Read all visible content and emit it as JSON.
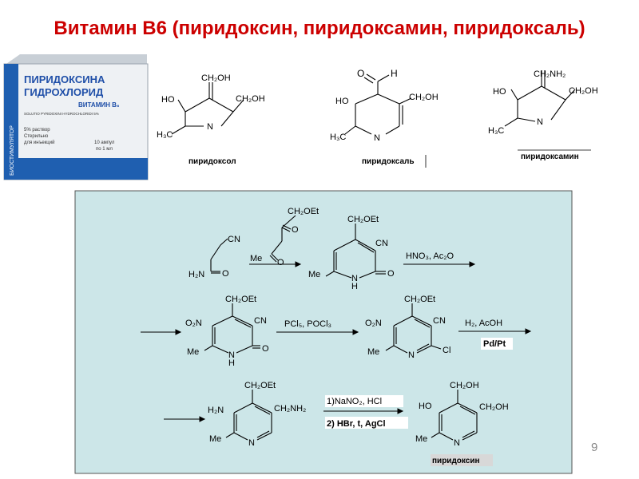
{
  "title": "Витамин В6 (пиридоксин, пиридоксамин, пиридоксаль)",
  "page_number": "9",
  "colors": {
    "title": "#cc0000",
    "scheme_bg": "#cce6e8",
    "box_bg": "#ffffff",
    "label_bg": "#d8d8d8"
  },
  "package": {
    "line1": "ПИРИДОКСИНА",
    "line2": "ГИДРОХЛОРИД",
    "line3": "ВИТАМИН B₆",
    "line4": "SOLUTIO PYRIDOXINI HYDROCHLORIDI 5%",
    "line5": "5% раствор",
    "line6": "Стерильно",
    "line7": "для инъекций",
    "ampoules": "10 ампул",
    "volume": "по 1 мл",
    "brand": "БИОСТИМУЛЯТОР"
  },
  "names": {
    "pyridoxol": "пиридоксол",
    "pyridoxal": "пиридоксаль",
    "pyridoxamine": "пиридоксамин",
    "pyridoxine": "пиридоксин"
  },
  "atoms": {
    "CH2OH": "CH₂OH",
    "HO": "HO",
    "H3C": "H₃C",
    "N": "N",
    "H": "H",
    "O": "O",
    "CH2NH2": "CH₂NH₂",
    "CH2OEt": "CH₂OEt",
    "CN": "CN",
    "H2N": "H₂N",
    "Me": "Me",
    "O2N": "O₂N",
    "Cl": "Cl",
    "CH2NH2b": "CH₂NH₂"
  },
  "reagents": {
    "nitration": "HNO₃, Ac₂O",
    "chlorination": "PCl₅, POCl₃",
    "hydrogenation": "H₂, AcOH",
    "catalyst": "Pd/Pt",
    "step1": "1)NaNO₂, HCl",
    "step2": "2) HBr, t, AgCl"
  }
}
